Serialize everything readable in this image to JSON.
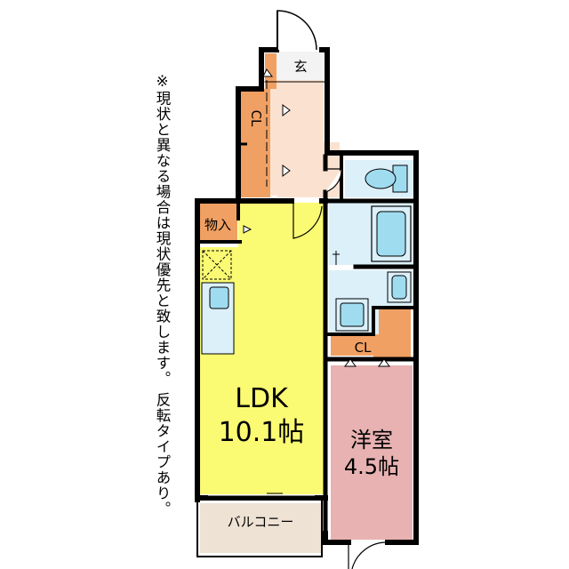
{
  "note": "※現状と異なる場合は現状優先と致します。 反転タイプあり。",
  "rooms": {
    "entrance": "玄",
    "closet_upper": "CL",
    "storage": "物入",
    "ldk_name": "LDK",
    "ldk_size": "10.1帖",
    "western_name": "洋室",
    "western_size": "4.5帖",
    "closet_lower": "CL",
    "balcony": "バルコニー"
  },
  "colors": {
    "entrance_hall": "#fbe2d0",
    "closet": "#f0a063",
    "ldk": "#fafa73",
    "western_room": "#e8b2b2",
    "wet_area": "#dcf0fa",
    "fixture": "#a0dcf0",
    "balcony": "#eee2d4",
    "wall": "#000000"
  }
}
